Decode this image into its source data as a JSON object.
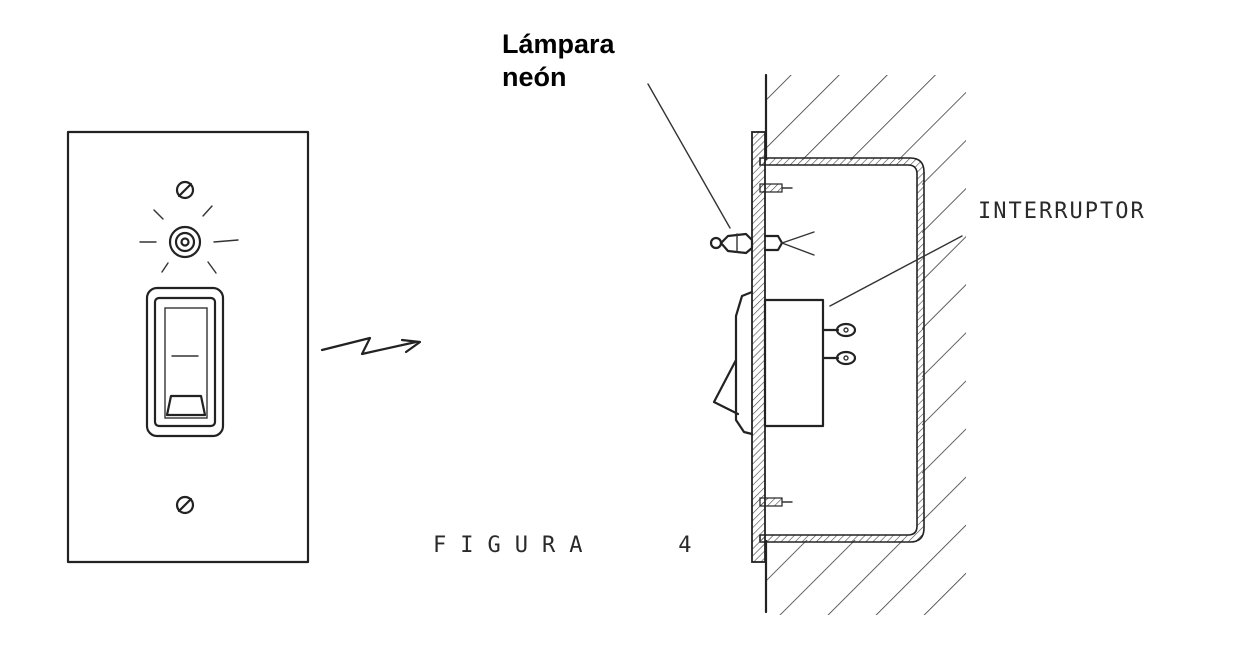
{
  "labels": {
    "lamp_line1": "Lámpara",
    "lamp_line2": "neón",
    "switch": "INTERRUPTOR",
    "caption": "FIGURA   4"
  },
  "colors": {
    "ink": "#222222",
    "background": "#ffffff"
  }
}
